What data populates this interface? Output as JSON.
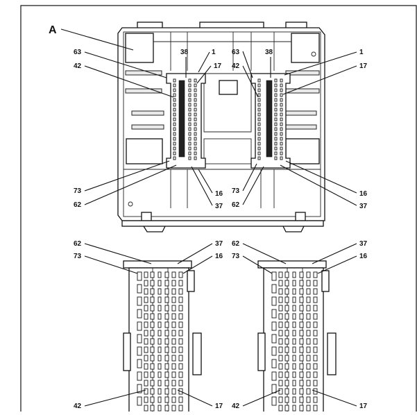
{
  "figure": {
    "letter": "A",
    "top_callouts_left": [
      "63",
      "42",
      "38",
      "1",
      "17",
      "73",
      "62",
      "16",
      "37"
    ],
    "top_callouts_right": [
      "63",
      "42",
      "38",
      "1",
      "17",
      "73",
      "62",
      "16",
      "37"
    ],
    "bottom_callouts_left": [
      "62",
      "73",
      "37",
      "16",
      "42",
      "17"
    ],
    "bottom_callouts_right": [
      "62",
      "73",
      "37",
      "16",
      "42",
      "17"
    ]
  }
}
